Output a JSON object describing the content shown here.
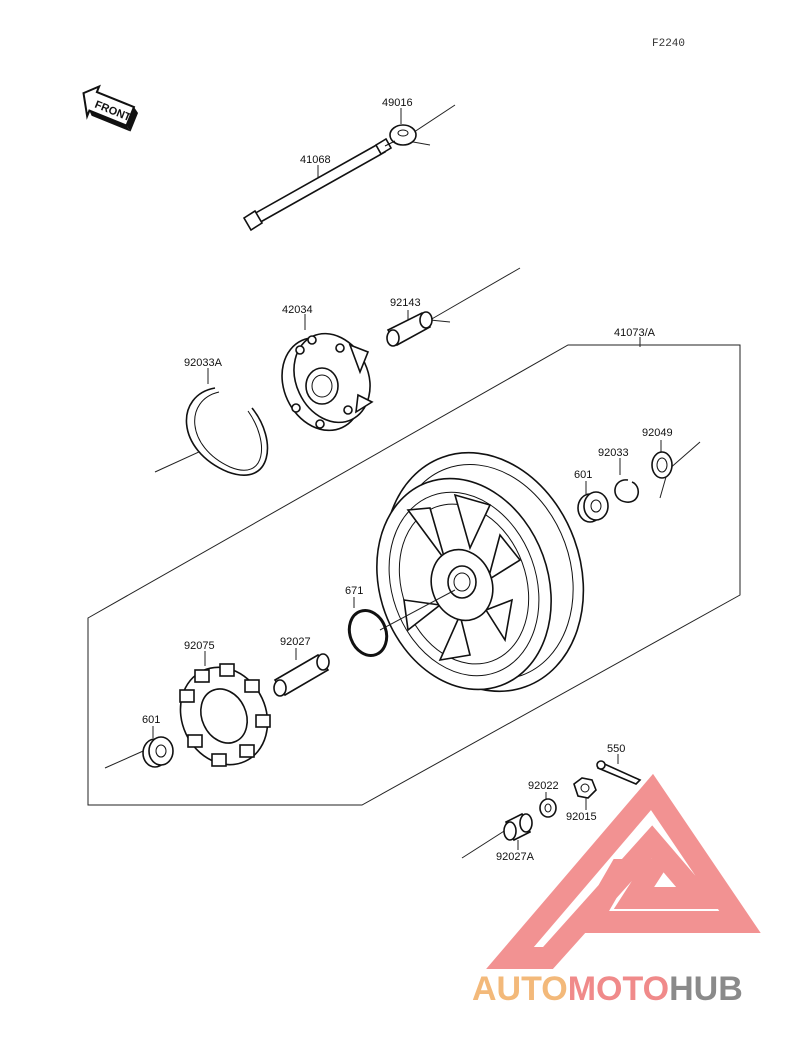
{
  "diagram": {
    "code": "F2240",
    "front_label": "FRONT",
    "parts": [
      {
        "id": "axle-nut-washer",
        "label": "49016"
      },
      {
        "id": "axle",
        "label": "41068"
      },
      {
        "id": "coupling",
        "label": "42034"
      },
      {
        "id": "coupling-collar",
        "label": "92143"
      },
      {
        "id": "circlip",
        "label": "92033A"
      },
      {
        "id": "wheel-assy",
        "label": "41073/A"
      },
      {
        "id": "oil-seal",
        "label": "92049"
      },
      {
        "id": "snap-ring",
        "label": "92033"
      },
      {
        "id": "bearing-right",
        "label": "601"
      },
      {
        "id": "o-ring",
        "label": "671"
      },
      {
        "id": "damper",
        "label": "92075"
      },
      {
        "id": "spacer",
        "label": "92027"
      },
      {
        "id": "bearing-left",
        "label": "601"
      },
      {
        "id": "cotter-pin",
        "label": "550"
      },
      {
        "id": "washer",
        "label": "92022"
      },
      {
        "id": "nut",
        "label": "92015"
      },
      {
        "id": "collar",
        "label": "92027A"
      }
    ]
  },
  "watermark": {
    "part1": "AUTO",
    "part2": "MOTO",
    "part3": "HUB",
    "color_red": "#f07f7f",
    "color_orange": "#f3b97a",
    "color_gray": "#8a8a8a"
  }
}
